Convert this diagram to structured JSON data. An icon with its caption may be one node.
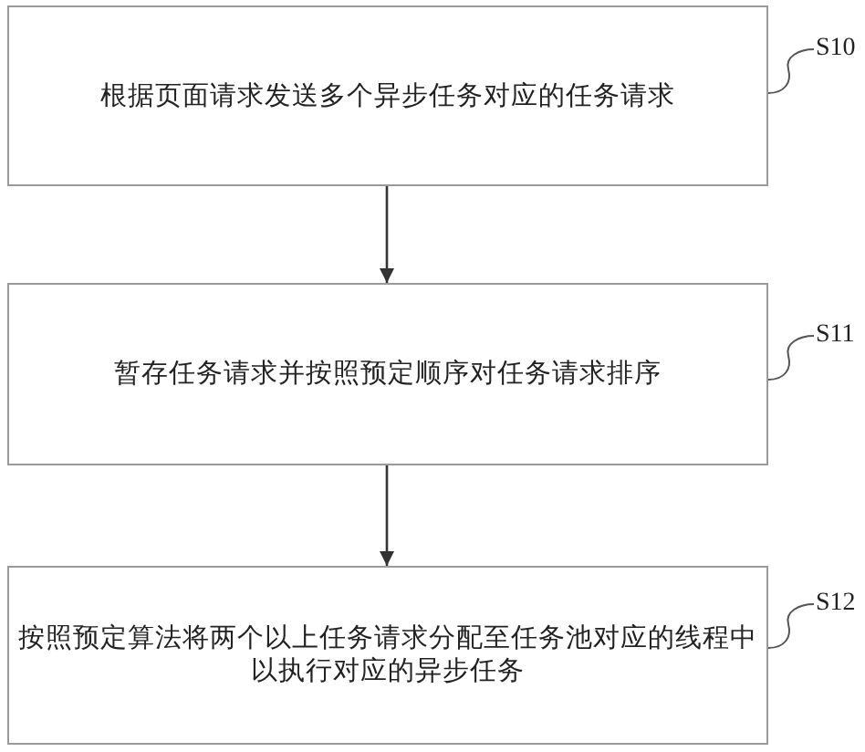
{
  "diagram": {
    "nodes": [
      {
        "text": [
          "根据页面请求发送多个异步任务对应的任务请求"
        ]
      },
      {
        "text": [
          "暂存任务请求并按照预定顺序对任务请求排序"
        ]
      },
      {
        "text": [
          "按照预定算法将两个以上任务请求分配至任务池对应的线程中以执行对应的异步任务"
        ]
      },
      {
        "text": [
          "S10"
        ]
      },
      {
        "text": [
          "S11"
        ]
      },
      {
        "text": [
          "S12"
        ]
      }
    ],
    "edges": [
      {
        "from": 0,
        "to": 1,
        "arrow": "to"
      },
      {
        "from": 1,
        "to": 2,
        "arrow": "to"
      },
      {
        "from": 3,
        "to": 0,
        "arrow": "none"
      },
      {
        "from": 4,
        "to": 1,
        "arrow": "none"
      },
      {
        "from": 5,
        "to": 2,
        "arrow": "none"
      }
    ]
  }
}
